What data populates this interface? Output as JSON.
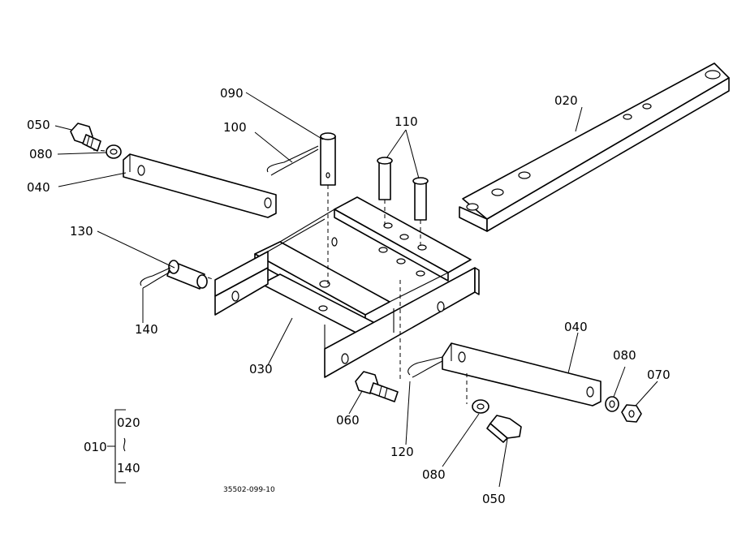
{
  "drawing_number": "35502-099-10",
  "assembly": {
    "label": "010",
    "range_start": "020",
    "range_end": "140"
  },
  "callouts": {
    "c020": "020",
    "c030": "030",
    "c040a": "040",
    "c040b": "040",
    "c050a": "050",
    "c050b": "050",
    "c060": "060",
    "c070": "070",
    "c080a": "080",
    "c080b": "080",
    "c080c": "080",
    "c090": "090",
    "c100": "100",
    "c110": "110",
    "c120": "120",
    "c130": "130",
    "c140": "140"
  }
}
